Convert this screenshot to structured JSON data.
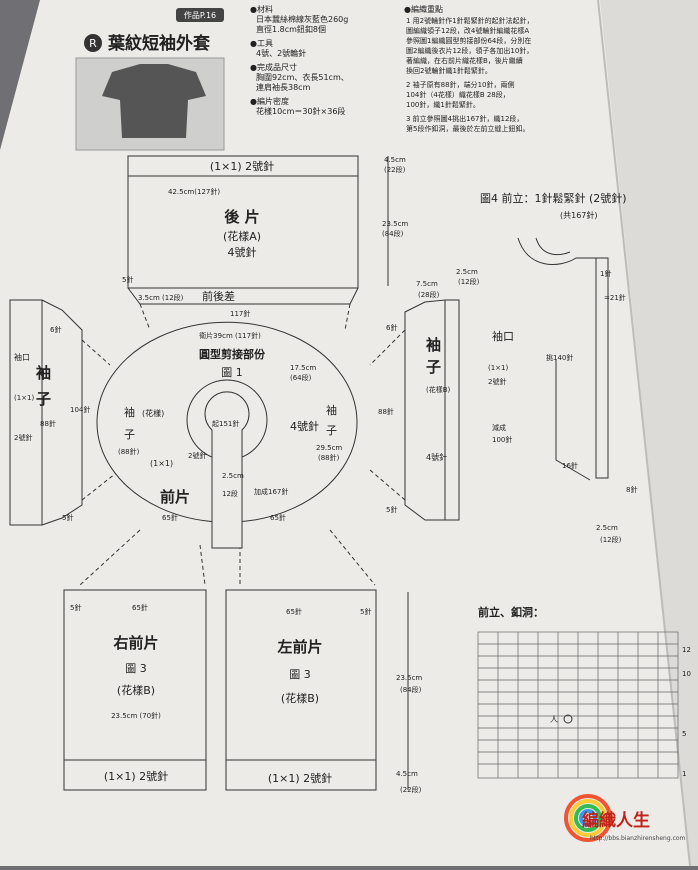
{
  "header": {
    "badge": "作品P.16",
    "number": "R",
    "title": "葉紋短袖外套"
  },
  "materials": {
    "h_material": "●材料",
    "material_1": "日本蠶絲棉線灰藍色260g",
    "material_2": "直徑1.8cm鈕釦8個",
    "h_tools": "●工具",
    "tools_1": "4號、2號輪針",
    "h_size": "●完成品尺寸",
    "size_1": "胸圍92cm、衣長51cm、",
    "size_2": "連肩袖長38cm",
    "h_gauge": "●編片密度",
    "gauge_1": "花樣10cm＝30針×36段"
  },
  "instructions": {
    "heading": "●編織重點",
    "lines": [
      "1 用2號輪針作1針鬆緊針的起針法起針，",
      "圖編織領子12段，改4號輪針編織花樣A",
      "參照圖1編織圓型剪接部份64段，分別在",
      "圖2編織後衣片12段，領子各加出10針，",
      "著編織，在右前片織花樣B，後片繼續",
      "換回2號輪針織1針鬆緊針。",
      "2 袖子原有88針，端分10針，兩側",
      "104針（4花樣）織花樣B 28段，",
      "100針，織1針鬆緊針。",
      "3 前立參照圖4挑出167針，織12段，",
      "第5段作釦洞，最後於左前立縫上鈕釦。"
    ]
  },
  "back": {
    "title": "後 片",
    "pattern": "(花樣A)",
    "needle": "4號針",
    "rib": "(1×1) 2號針",
    "width": "42.5cm(127針)",
    "height": "23.5cm",
    "height_rows": "(84段)",
    "rib_h": "4.5cm",
    "rib_rows": "(22段)",
    "diff": "前後差",
    "diff_len": "3.5cm (12段)",
    "st5": "5針",
    "st117": "117針"
  },
  "yoke": {
    "title": "圓型剪接部份",
    "fig": "圖 1",
    "outer": "衛片39cm (117針)",
    "depth": "17.5cm",
    "depth_rows": "(64段)",
    "start": "起151針",
    "rib": "(1×1)",
    "rib_st": "2號針",
    "neck_h": "2.5cm",
    "neck_rows": "12段",
    "inc": "加成167針",
    "needle": "4號針",
    "sleeve_l": "袖",
    "sleeve_l2": "子",
    "sleeve_pat": "(花樣)",
    "sleeve_l_st": "(88針)",
    "sleeve_r": "袖",
    "sleeve_r2": "子",
    "sleeve_r_dim": "29.5cm",
    "sleeve_r_st": "(88針)",
    "front": "前片",
    "st65a": "65針",
    "st65b": "65針"
  },
  "sleeve_left": {
    "cuff": "袖口",
    "rib": "(1×1)",
    "needle": "2號針",
    "name": "袖",
    "name2": "子",
    "st104": "104針",
    "st88": "88針",
    "st6": "6針",
    "st5": "5針"
  },
  "sleeve_right": {
    "name": "袖",
    "name2": "子",
    "pattern": "(花樣B)",
    "needle": "4號針",
    "cuff": "袖口",
    "cuff_rib": "(1×1)",
    "cuff_needle": "2號針",
    "dec": "減成",
    "dec_st": "100針",
    "st6": "6針",
    "st5": "5針",
    "st88": "88針",
    "w": "7.5cm",
    "w_rows": "(28段)",
    "h": "2.5cm",
    "h_rows": "(12段)"
  },
  "front_right": {
    "title": "右前片",
    "fig": "圖 3",
    "pattern": "(花樣B)",
    "width": "23.5cm (70針)",
    "rib": "(1×1) 2號針",
    "st5": "5針",
    "st65": "65針"
  },
  "front_left": {
    "title": "左前片",
    "fig": "圖 3",
    "pattern": "(花樣B)",
    "rib": "(1×1) 2號針",
    "st5": "5針",
    "st65": "65針",
    "height": "23.5cm",
    "height_rows": "(84段)",
    "rib_h": "4.5cm",
    "rib_rows": "(22段)"
  },
  "figure4": {
    "title": "圖4 前立：1針鬆緊針 (2號針)",
    "subtitle": "(共167針)",
    "st1": "1針",
    "st21": "=21針",
    "st140": "挑140針",
    "st16": "16針",
    "st8": "8針",
    "h": "2.5cm",
    "h_rows": "(12段)"
  },
  "chart": {
    "title": "前立、釦洞：",
    "row_labels": [
      "12",
      "10",
      "5",
      "1"
    ]
  },
  "watermark": {
    "text": "編織人生",
    "url": "http://bbs.bianzhirensheng.com"
  }
}
